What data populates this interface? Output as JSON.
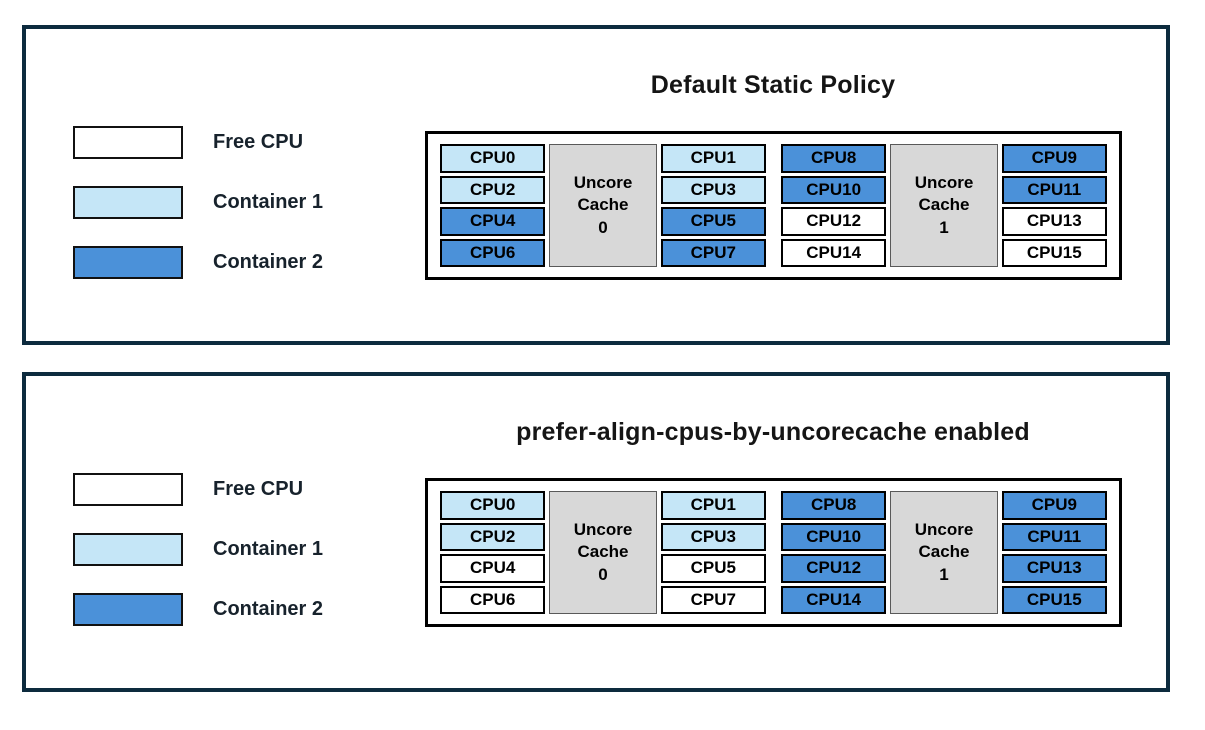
{
  "colors": {
    "panel_border": "#0D2B3E",
    "free_cpu": "#FFFFFF",
    "container1": "#C5E6F7",
    "container2": "#4B91D9",
    "cache_bg": "#D8D8D8"
  },
  "legend": {
    "items": [
      {
        "label": "Free CPU",
        "state": "free_cpu"
      },
      {
        "label": "Container 1",
        "state": "container1"
      },
      {
        "label": "Container 2",
        "state": "container2"
      }
    ]
  },
  "panels": [
    {
      "title": "Default Static Policy",
      "groups": [
        {
          "cache_label": "Uncore\nCache\n0",
          "left_cpus": [
            {
              "label": "CPU0",
              "state": "container1"
            },
            {
              "label": "CPU2",
              "state": "container1"
            },
            {
              "label": "CPU4",
              "state": "container2"
            },
            {
              "label": "CPU6",
              "state": "container2"
            }
          ],
          "right_cpus": [
            {
              "label": "CPU1",
              "state": "container1"
            },
            {
              "label": "CPU3",
              "state": "container1"
            },
            {
              "label": "CPU5",
              "state": "container2"
            },
            {
              "label": "CPU7",
              "state": "container2"
            }
          ]
        },
        {
          "cache_label": "Uncore\nCache\n1",
          "left_cpus": [
            {
              "label": "CPU8",
              "state": "container2"
            },
            {
              "label": "CPU10",
              "state": "container2"
            },
            {
              "label": "CPU12",
              "state": "free_cpu"
            },
            {
              "label": "CPU14",
              "state": "free_cpu"
            }
          ],
          "right_cpus": [
            {
              "label": "CPU9",
              "state": "container2"
            },
            {
              "label": "CPU11",
              "state": "container2"
            },
            {
              "label": "CPU13",
              "state": "free_cpu"
            },
            {
              "label": "CPU15",
              "state": "free_cpu"
            }
          ]
        }
      ]
    },
    {
      "title": "prefer-align-cpus-by-uncorecache enabled",
      "groups": [
        {
          "cache_label": "Uncore\nCache\n0",
          "left_cpus": [
            {
              "label": "CPU0",
              "state": "container1"
            },
            {
              "label": "CPU2",
              "state": "container1"
            },
            {
              "label": "CPU4",
              "state": "free_cpu"
            },
            {
              "label": "CPU6",
              "state": "free_cpu"
            }
          ],
          "right_cpus": [
            {
              "label": "CPU1",
              "state": "container1"
            },
            {
              "label": "CPU3",
              "state": "container1"
            },
            {
              "label": "CPU5",
              "state": "free_cpu"
            },
            {
              "label": "CPU7",
              "state": "free_cpu"
            }
          ]
        },
        {
          "cache_label": "Uncore\nCache\n1",
          "left_cpus": [
            {
              "label": "CPU8",
              "state": "container2"
            },
            {
              "label": "CPU10",
              "state": "container2"
            },
            {
              "label": "CPU12",
              "state": "container2"
            },
            {
              "label": "CPU14",
              "state": "container2"
            }
          ],
          "right_cpus": [
            {
              "label": "CPU9",
              "state": "container2"
            },
            {
              "label": "CPU11",
              "state": "container2"
            },
            {
              "label": "CPU13",
              "state": "container2"
            },
            {
              "label": "CPU15",
              "state": "container2"
            }
          ]
        }
      ]
    }
  ]
}
